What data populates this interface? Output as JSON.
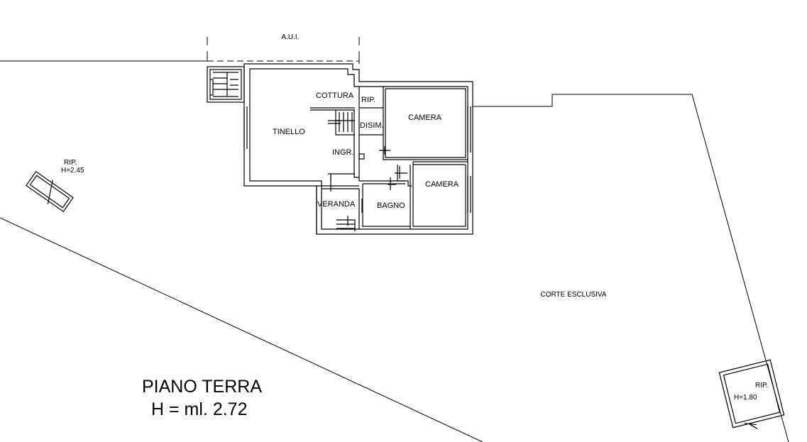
{
  "boundary_label": "A.U.I.",
  "rooms": {
    "cottura": "COTTURA",
    "rip": "RIP.",
    "disim": "DISIM.",
    "camera_1": "CAMERA",
    "camera_2": "CAMERA",
    "tinello": "TINELLO",
    "ingr": "INGR.",
    "veranda": "VERANDA",
    "bagno": "BAGNO"
  },
  "courtyard": "CORTE ESCLUSIVA",
  "storage_left": {
    "label": "RIP.",
    "height": "H=2.45"
  },
  "storage_right": {
    "label": "RIP.",
    "height": "H=1.80"
  },
  "floor_title": "PIANO TERRA",
  "floor_height": "H = ml. 2.72"
}
